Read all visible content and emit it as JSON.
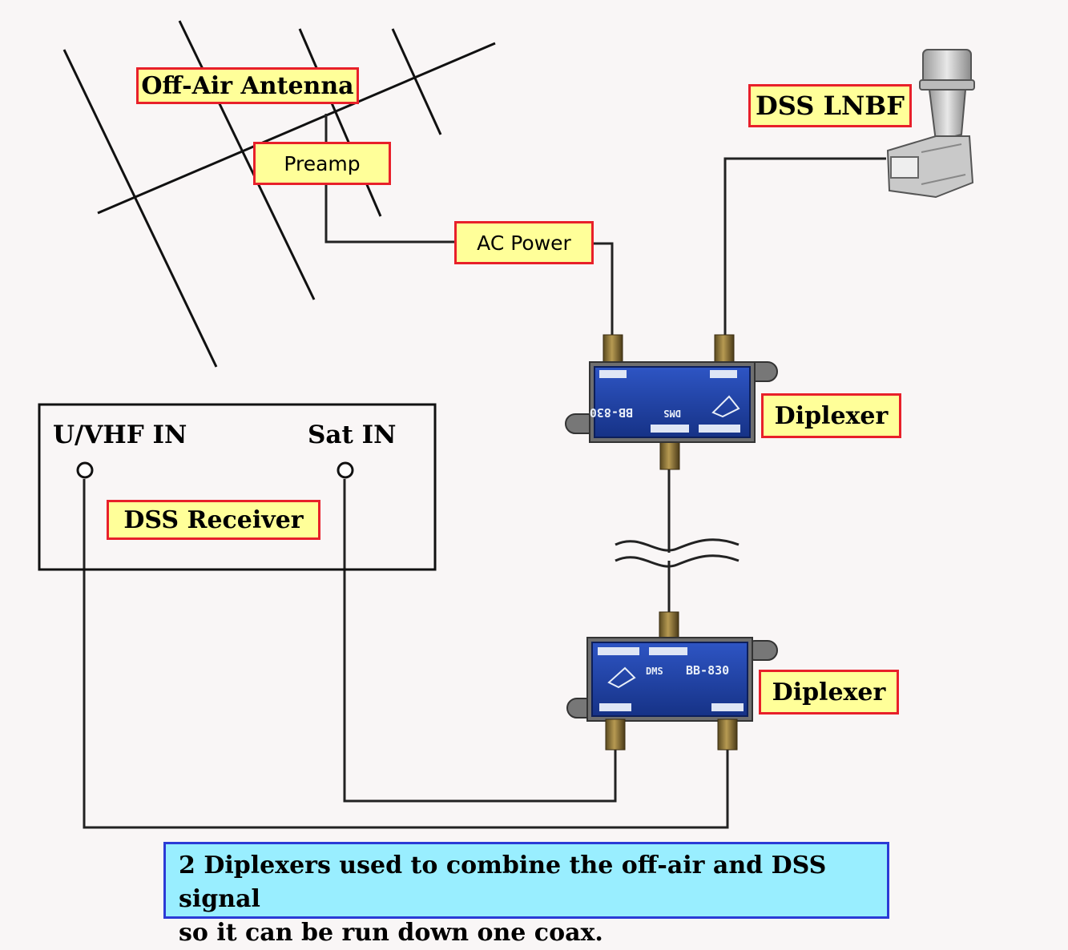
{
  "labels": {
    "antenna": "Off-Air Antenna",
    "preamp": "Preamp",
    "ac_power": "AC Power",
    "lnbf": "DSS LNBF",
    "diplexer_top": "Diplexer",
    "diplexer_bottom": "Diplexer",
    "receiver": "DSS Receiver"
  },
  "receiver_ports": {
    "uvhf": "U/VHF IN",
    "sat": "Sat IN"
  },
  "devices": {
    "model": "BB-830",
    "brand": "DMS"
  },
  "caption": {
    "line1": "2 Diplexers used to combine the off-air and DSS signal",
    "line2": "so it can be run down one coax."
  },
  "colors": {
    "label_fill": "#ffff99",
    "label_border": "#e8202a",
    "caption_fill": "#99eeff",
    "caption_border": "#2b3bd6",
    "device_blue": "#1f3fa8"
  }
}
